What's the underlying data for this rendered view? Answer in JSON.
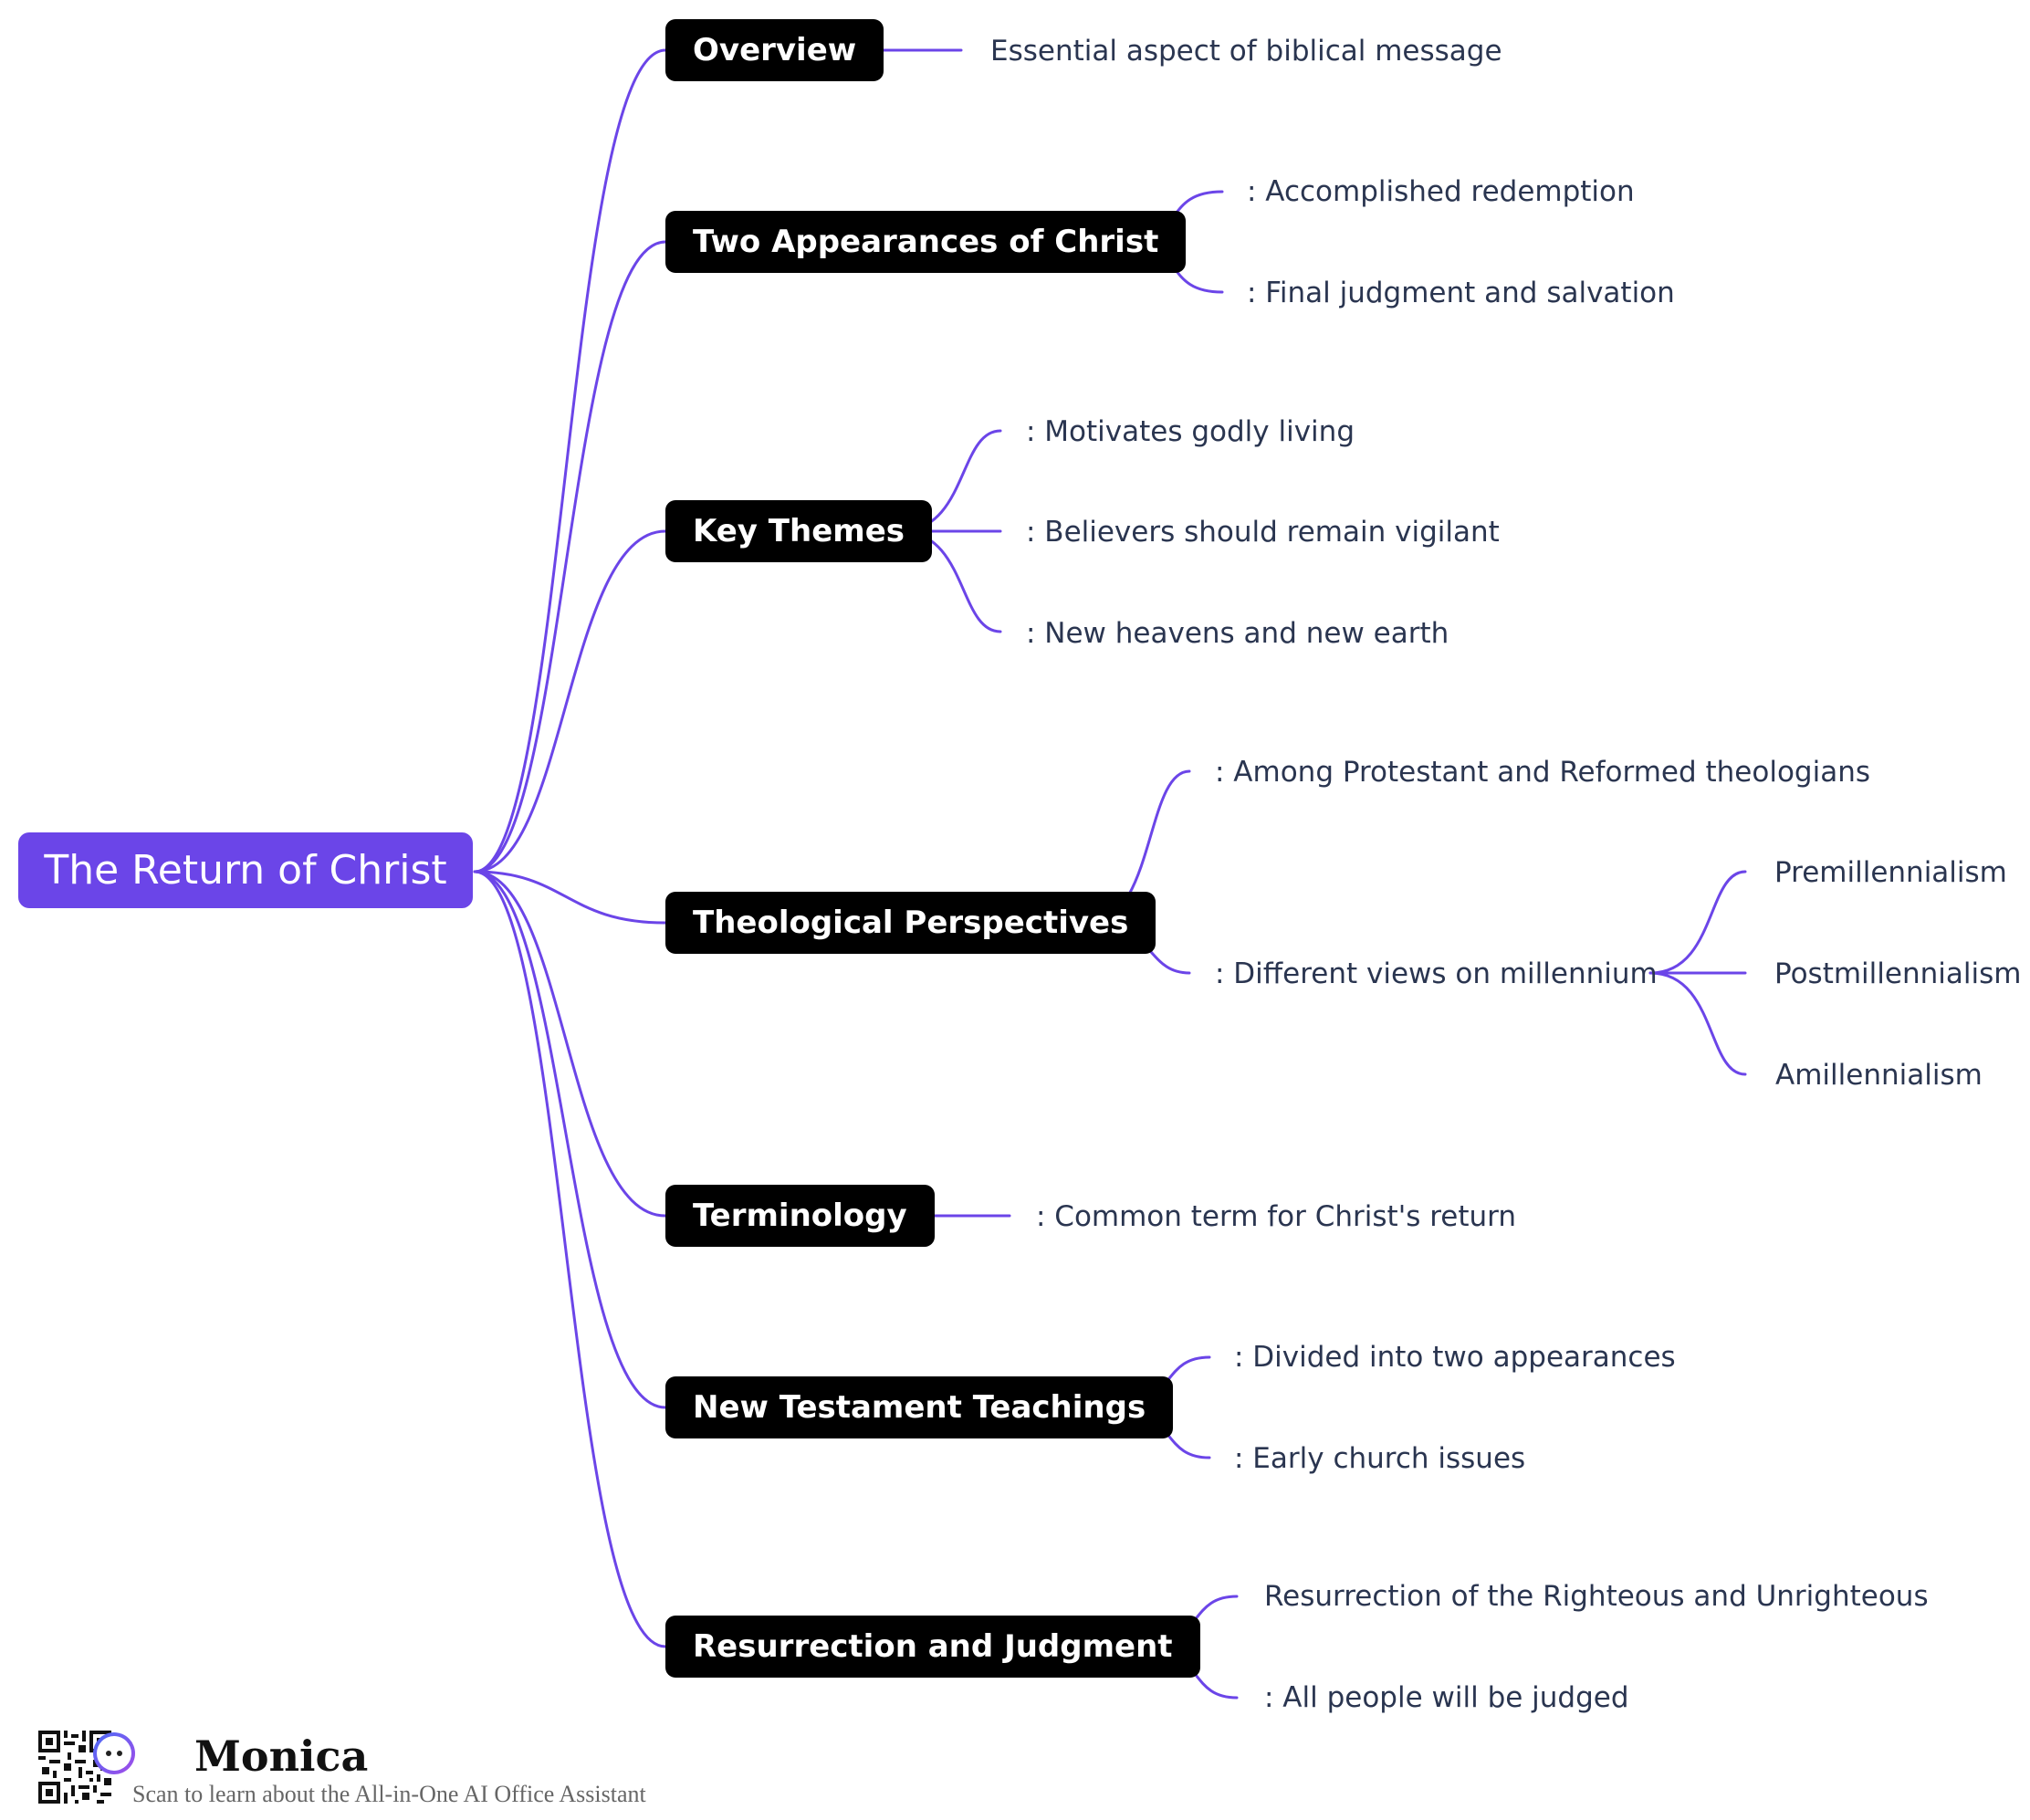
{
  "colors": {
    "root": "#6b45e8",
    "branch": "#000000",
    "edge": "#6b45e8",
    "leaf_text": "#2a3550"
  },
  "root": {
    "label": "The Return of Christ"
  },
  "branches": [
    {
      "label": "Overview",
      "children": [
        {
          "label": "Essential aspect of biblical message"
        }
      ]
    },
    {
      "label": "Two Appearances of Christ",
      "children": [
        {
          "label": ": Accomplished redemption"
        },
        {
          "label": ": Final judgment and salvation"
        }
      ]
    },
    {
      "label": "Key Themes",
      "children": [
        {
          "label": ": Motivates godly living"
        },
        {
          "label": ": Believers should remain vigilant"
        },
        {
          "label": ": New heavens and new earth"
        }
      ]
    },
    {
      "label": "Theological Perspectives",
      "children": [
        {
          "label": ": Among Protestant and Reformed theologians"
        },
        {
          "label": ": Different views on millennium",
          "children": [
            {
              "label": "Premillennialism"
            },
            {
              "label": "Postmillennialism"
            },
            {
              "label": "Amillennialism"
            }
          ]
        }
      ]
    },
    {
      "label": "Terminology",
      "children": [
        {
          "label": ": Common term for Christ's return"
        }
      ]
    },
    {
      "label": "New Testament Teachings",
      "children": [
        {
          "label": ": Divided into two appearances"
        },
        {
          "label": ": Early church issues"
        }
      ]
    },
    {
      "label": "Resurrection and Judgment",
      "children": [
        {
          "label": "Resurrection of the Righteous and Unrighteous"
        },
        {
          "label": ": All people will be judged"
        }
      ]
    }
  ],
  "footer": {
    "brand": "Monica",
    "tagline": "Scan to learn about the All-in-One AI Office Assistant",
    "qr_icon": "qr-code-icon",
    "logo_icon": "monica-logo-icon"
  }
}
